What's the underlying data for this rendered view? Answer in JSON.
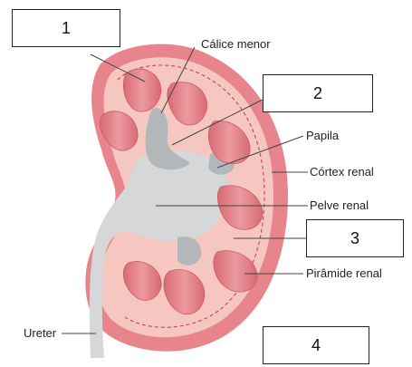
{
  "diagram": {
    "labels": {
      "calice_menor": "Cálice menor",
      "papila": "Papila",
      "cortex_renal": "Córtex renal",
      "pelve_renal": "Pelve renal",
      "piramide_renal": "Pirâmide renal",
      "ureter": "Ureter"
    },
    "boxes": [
      "1",
      "2",
      "3",
      "4"
    ]
  },
  "colors": {
    "capsule": "#e8858c",
    "cortex": "#f6c7c0",
    "pyramid": "#e07f86",
    "pelvis": "#d5d7d8",
    "calyx": "#b4b7ba",
    "dashed": "#b23c48"
  }
}
